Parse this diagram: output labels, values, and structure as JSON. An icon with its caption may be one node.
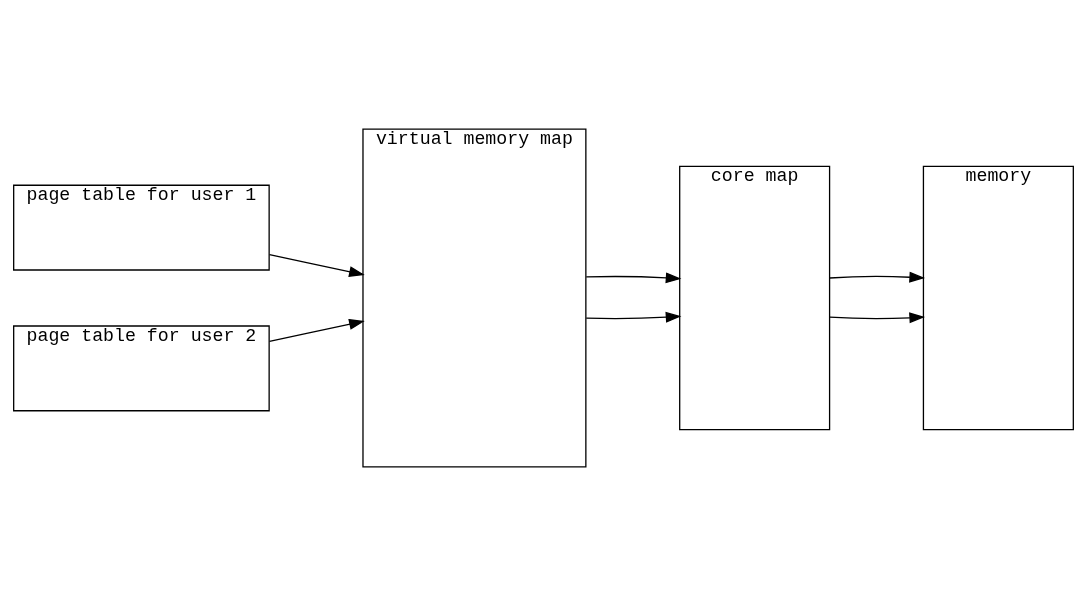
{
  "diagram": {
    "nodes": [
      {
        "text": [
          "page table for user 1"
        ]
      },
      {
        "text": [
          "virtual memory map"
        ]
      },
      {
        "text": [
          "core map"
        ]
      },
      {
        "text": [
          "memory"
        ]
      },
      {
        "text": [
          "page table for user 2"
        ]
      }
    ],
    "edges": [
      {
        "from": 0,
        "to": 1,
        "arrow": "to"
      },
      {
        "from": 1,
        "to": 2,
        "arrow": "to"
      },
      {
        "from": 2,
        "to": 3,
        "arrow": "to"
      },
      {
        "from": 1,
        "to": 2,
        "arrow": "to"
      },
      {
        "from": 2,
        "to": 3,
        "arrow": "to"
      },
      {
        "from": 4,
        "to": 1,
        "arrow": "to"
      }
    ]
  }
}
